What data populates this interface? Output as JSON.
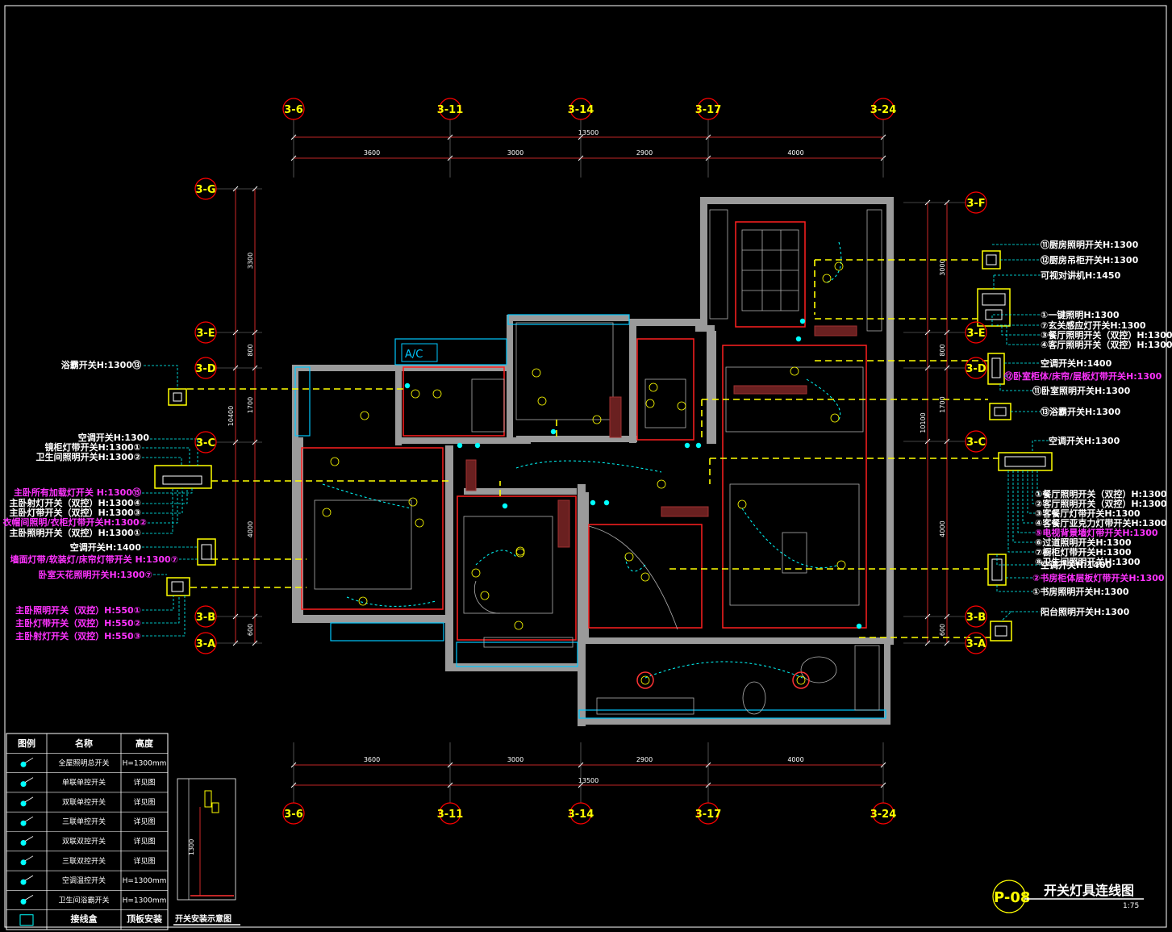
{
  "drawing": {
    "title": "开关灯具连线图",
    "scale": "1:75",
    "sheet_number": "P-08",
    "install_detail_title": "开关安装示意图",
    "install_detail_height": "1300",
    "ac_label": "A/C"
  },
  "grid": {
    "columns": [
      {
        "id": "3-6"
      },
      {
        "id": "3-11"
      },
      {
        "id": "3-14"
      },
      {
        "id": "3-17"
      },
      {
        "id": "3-24"
      }
    ],
    "rows_left": [
      {
        "id": "3-G"
      },
      {
        "id": "3-E"
      },
      {
        "id": "3-D"
      },
      {
        "id": "3-C"
      },
      {
        "id": "3-B"
      },
      {
        "id": "3-A"
      }
    ],
    "rows_right": [
      {
        "id": "3-F"
      },
      {
        "id": "3-E"
      },
      {
        "id": "3-D"
      },
      {
        "id": "3-C"
      },
      {
        "id": "3-B"
      },
      {
        "id": "3-A"
      }
    ]
  },
  "dimensions": {
    "top_total": "13500",
    "top_segments": [
      "3600",
      "3000",
      "2900",
      "4000"
    ],
    "bottom_total": "13500",
    "bottom_segments": [
      "3600",
      "3000",
      "2900",
      "4000"
    ],
    "left_total": "10400",
    "left_segments": [
      "3300",
      "800",
      "1700",
      "4000",
      "600"
    ],
    "right_total": "10100",
    "right_segments": [
      "3000",
      "800",
      "1700",
      "4000",
      "600"
    ]
  },
  "labels_left": [
    {
      "text": "浴霸开关H:1300",
      "tag": "⑬",
      "color": "white"
    },
    {
      "text": "空调开关H:1300",
      "tag": "",
      "color": "white"
    },
    {
      "text": "镜柜灯带开关H:1300",
      "tag": "①",
      "color": "white"
    },
    {
      "text": "卫生间照明开关H:1300",
      "tag": "②",
      "color": "white"
    },
    {
      "text": "主卧所有加载灯开关 H:1300",
      "tag": "⑮",
      "color": "magenta"
    },
    {
      "text": "主卧射灯开关（双控）H:1300",
      "tag": "④",
      "color": "white"
    },
    {
      "text": "主卧灯带开关（双控）H:1300",
      "tag": "③",
      "color": "white"
    },
    {
      "text": "衣帽间照明/衣柜灯带开关H:1300",
      "tag": "②",
      "color": "magenta"
    },
    {
      "text": "主卧照明开关（双控）H:1300",
      "tag": "①",
      "color": "white"
    },
    {
      "text": "空调开关H:1400",
      "tag": "",
      "color": "white"
    },
    {
      "text": "墙面灯带/软装灯/床帘灯带开关 H:1300",
      "tag": "⑦",
      "color": "magenta"
    },
    {
      "text": "卧室天花照明开关H:1300",
      "tag": "⑦",
      "color": "magenta"
    },
    {
      "text": "主卧照明开关（双控）H:550",
      "tag": "①",
      "color": "magenta"
    },
    {
      "text": "主卧灯带开关（双控）H:550",
      "tag": "②",
      "color": "magenta"
    },
    {
      "text": "主卧射灯开关（双控）H:550",
      "tag": "③",
      "color": "magenta"
    }
  ],
  "labels_right": [
    {
      "text": "厨房照明开关H:1300",
      "tag": "⑪",
      "color": "white"
    },
    {
      "text": "厨房吊柜开关H:1300",
      "tag": "⑫",
      "color": "white"
    },
    {
      "text": "可视对讲机H:1450",
      "tag": "",
      "color": "white"
    },
    {
      "text": "一键照明H:1300",
      "tag": "①",
      "color": "white"
    },
    {
      "text": "玄关感应灯开关H:1300",
      "tag": "⑦",
      "color": "white"
    },
    {
      "text": "餐厅照明开关（双控）H:1300",
      "tag": "③",
      "color": "white"
    },
    {
      "text": "客厅照明开关（双控）H:1300",
      "tag": "④",
      "color": "white"
    },
    {
      "text": "空调开关H:1400",
      "tag": "",
      "color": "white"
    },
    {
      "text": "卧室柜体/床帘/层板灯带开关H:1300",
      "tag": "⑫",
      "color": "magenta"
    },
    {
      "text": "卧室照明开关H:1300",
      "tag": "⑪",
      "color": "white"
    },
    {
      "text": "浴霸开关H:1300",
      "tag": "⑬",
      "color": "white"
    },
    {
      "text": "空调开关H:1300",
      "tag": "",
      "color": "white"
    },
    {
      "text": "餐厅照明开关（双控）H:1300",
      "tag": "①",
      "color": "white"
    },
    {
      "text": "客厅照明开关（双控）H:1300",
      "tag": "②",
      "color": "white"
    },
    {
      "text": "客餐厅灯带开关H:1300",
      "tag": "③",
      "color": "white"
    },
    {
      "text": "客餐厅亚克力灯带开关H:1300",
      "tag": "④",
      "color": "white"
    },
    {
      "text": "电视背景墙灯带开关H:1300",
      "tag": "⑤",
      "color": "magenta"
    },
    {
      "text": "过道照明开关H:1300",
      "tag": "⑥",
      "color": "white"
    },
    {
      "text": "橱柜灯带开关H:1300",
      "tag": "⑦",
      "color": "white"
    },
    {
      "text": "卫生间照明开关H:1300",
      "tag": "⑧",
      "color": "white"
    },
    {
      "text": "空调开关H:1400",
      "tag": "",
      "color": "white"
    },
    {
      "text": "书房柜体层板灯带开关H:1300",
      "tag": "②",
      "color": "magenta"
    },
    {
      "text": "书房照明开关H:1300",
      "tag": "①",
      "color": "white"
    },
    {
      "text": "阳台照明开关H:1300",
      "tag": "",
      "color": "white"
    }
  ],
  "legend": {
    "headers": [
      "图例",
      "名称",
      "高度"
    ],
    "rows": [
      {
        "name": "全屋照明总开关",
        "height": "H=1300mm"
      },
      {
        "name": "单联单控开关",
        "height": "详见图"
      },
      {
        "name": "双联单控开关",
        "height": "详见图"
      },
      {
        "name": "三联单控开关",
        "height": "详见图"
      },
      {
        "name": "双联双控开关",
        "height": "详见图"
      },
      {
        "name": "三联双控开关",
        "height": "详见图"
      },
      {
        "name": "空调温控开关",
        "height": "H=1300mm"
      },
      {
        "name": "卫生间浴霸开关",
        "height": "H=1300mm"
      },
      {
        "name": "接线盒",
        "height": "顶板安装"
      }
    ]
  },
  "colors": {
    "background": "#000000",
    "grid_bubble": "#ff0000",
    "grid_text": "#ffff00",
    "wall": "#9a9a9a",
    "switch_line": "#ffff00",
    "lamp_line": "#00ffff",
    "label_white": "#ffffff",
    "label_magenta": "#ff33ff",
    "dimension": "#ff3333"
  }
}
